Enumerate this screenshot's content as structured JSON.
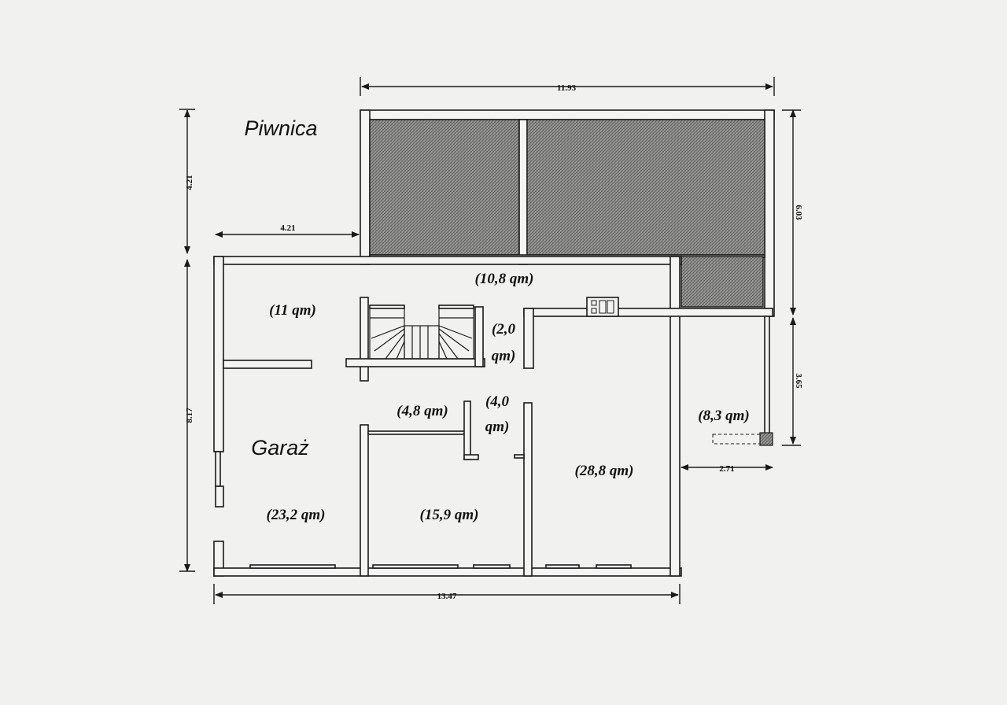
{
  "labels": {
    "basement": "Piwnica",
    "garage": "Garaż"
  },
  "areas": {
    "a_11": "(11 qm)",
    "a_10_8": "(10,8 qm)",
    "a_2_0_line1": "(2,0",
    "a_2_0_line2": "qm)",
    "a_4_8": "(4,8 qm)",
    "a_4_0_line1": "(4,0",
    "a_4_0_line2": "qm)",
    "a_28_8": "(28,8 qm)",
    "a_23_2": "(23,2 qm)",
    "a_15_9": "(15,9 qm)",
    "a_8_3": "(8,3 qm)"
  },
  "dimensions": {
    "top": "11.93",
    "left_upper": "4.21",
    "mid_horizontal": "4.21",
    "left_lower": "8.17",
    "right_upper": "6.03",
    "right_lower": "3.65",
    "right_small": "2.71",
    "bottom": "13.47"
  },
  "colors": {
    "ink": "#1a1a1a",
    "paper": "#f1f1ef"
  }
}
